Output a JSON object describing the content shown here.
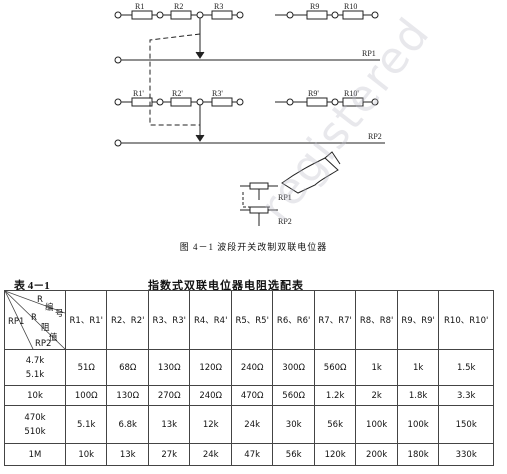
{
  "diagram": {
    "top_resistors": [
      "R1",
      "R2",
      "R3",
      "R9",
      "R10"
    ],
    "bottom_resistors": [
      "R1'",
      "R2'",
      "R3'",
      "R9'",
      "R10'"
    ],
    "rp1_label": "RP1",
    "rp2_label": "RP2",
    "inset_rp1": "RP1",
    "inset_rp2": "RP2"
  },
  "figure_caption": "图 4－1  波段开关改制双联电位器",
  "table": {
    "label": "表 4－1",
    "title": "指数式双联电位器电阻选配表",
    "corner": {
      "r_top": "R",
      "bian": "编",
      "hao": "号",
      "r_mid": "R",
      "zu": "阻",
      "zhi": "值",
      "rp1": "RP1",
      "rp2": "RP2"
    },
    "headers": [
      "R1、R1'",
      "R2、R2'",
      "R3、R3'",
      "R4、R4'",
      "R5、R5'",
      "R6、R6'",
      "R7、R7'",
      "R8、R8'",
      "R9、R9'",
      "R10、R10'"
    ],
    "rows": [
      {
        "rp": "4.7k\n5.1k",
        "cells": [
          "51Ω",
          "68Ω",
          "130Ω",
          "120Ω",
          "240Ω",
          "300Ω",
          "560Ω",
          "1k",
          "1k",
          "1.5k"
        ]
      },
      {
        "rp": "10k",
        "cells": [
          "100Ω",
          "130Ω",
          "270Ω",
          "240Ω",
          "470Ω",
          "560Ω",
          "1.2k",
          "2k",
          "1.8k",
          "3.3k"
        ]
      },
      {
        "rp": "470k\n510k",
        "cells": [
          "5.1k",
          "6.8k",
          "13k",
          "12k",
          "24k",
          "30k",
          "56k",
          "100k",
          "100k",
          "150k"
        ]
      },
      {
        "rp": "1M",
        "cells": [
          "10k",
          "13k",
          "27k",
          "24k",
          "47k",
          "56k",
          "120k",
          "200k",
          "180k",
          "330k"
        ]
      }
    ]
  }
}
